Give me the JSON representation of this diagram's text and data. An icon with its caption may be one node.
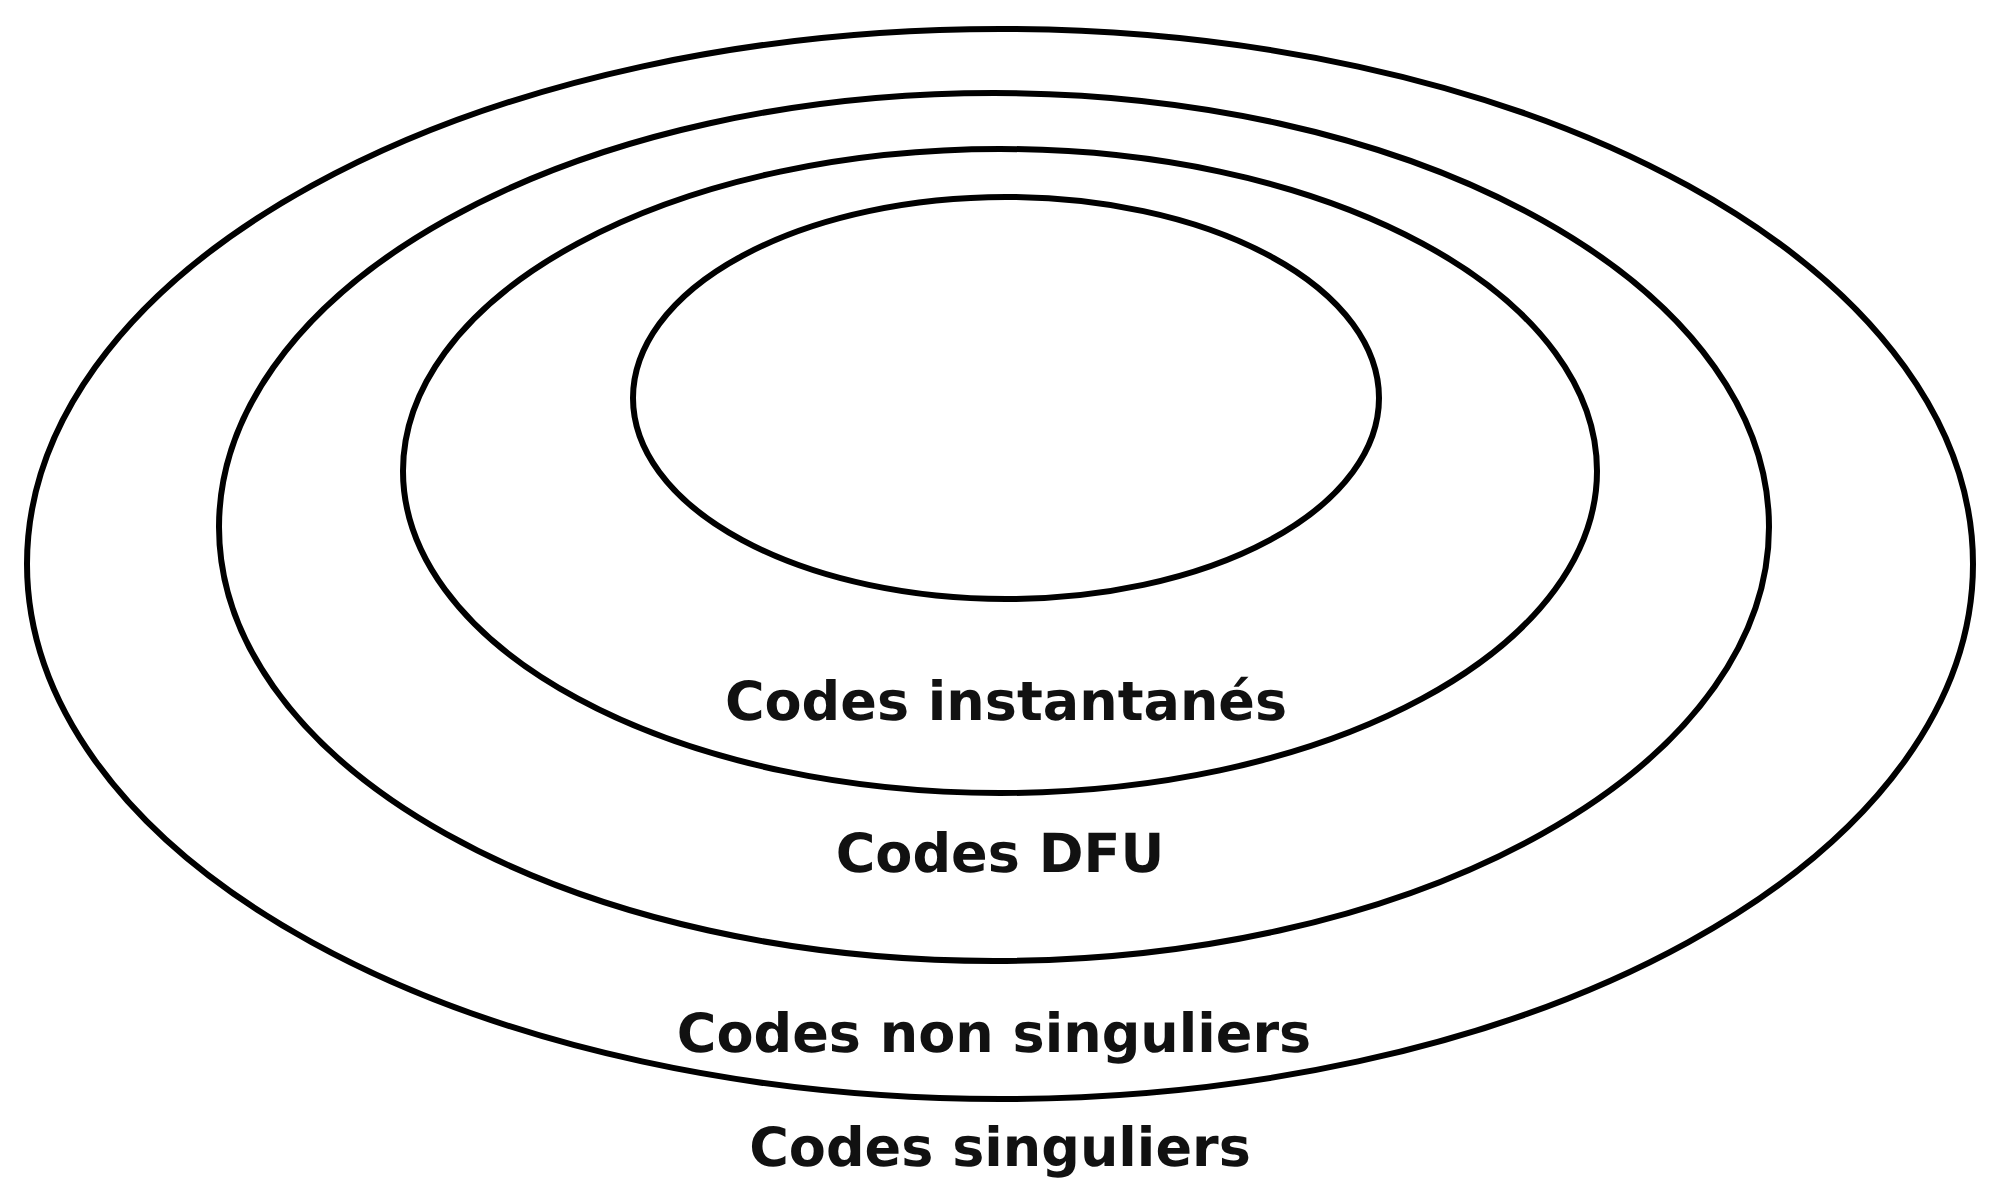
{
  "diagram": {
    "nodes": [
      {
        "text": [
          "Codes singuliers"
        ]
      },
      {
        "text": [
          "Codes non singuliers"
        ],
        "in": 0
      },
      {
        "text": [
          "Codes DFU"
        ],
        "in": 1
      },
      {
        "text": [
          "Codes instantanés"
        ],
        "in": 2
      }
    ]
  }
}
